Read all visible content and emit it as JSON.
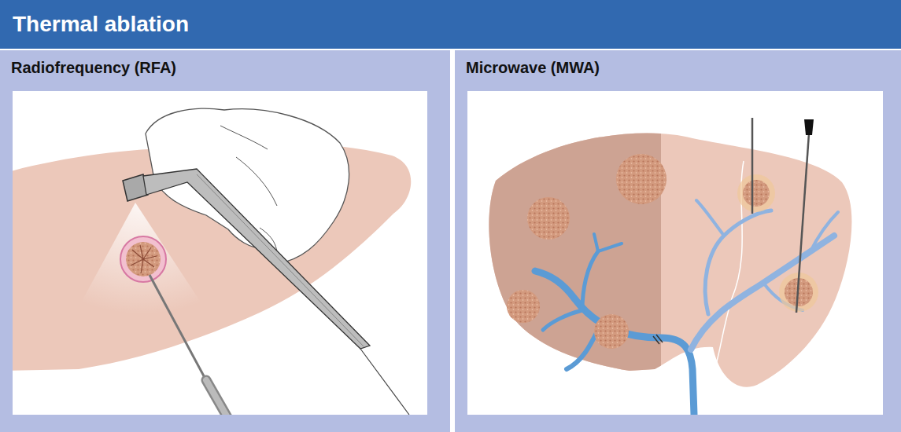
{
  "diagram": {
    "title": "Thermal ablation",
    "nodes": [
      {
        "text": [
          "Radiofrequency (RFA)"
        ]
      },
      {
        "text": [
          "Microwave (MWA)"
        ]
      }
    ]
  }
}
